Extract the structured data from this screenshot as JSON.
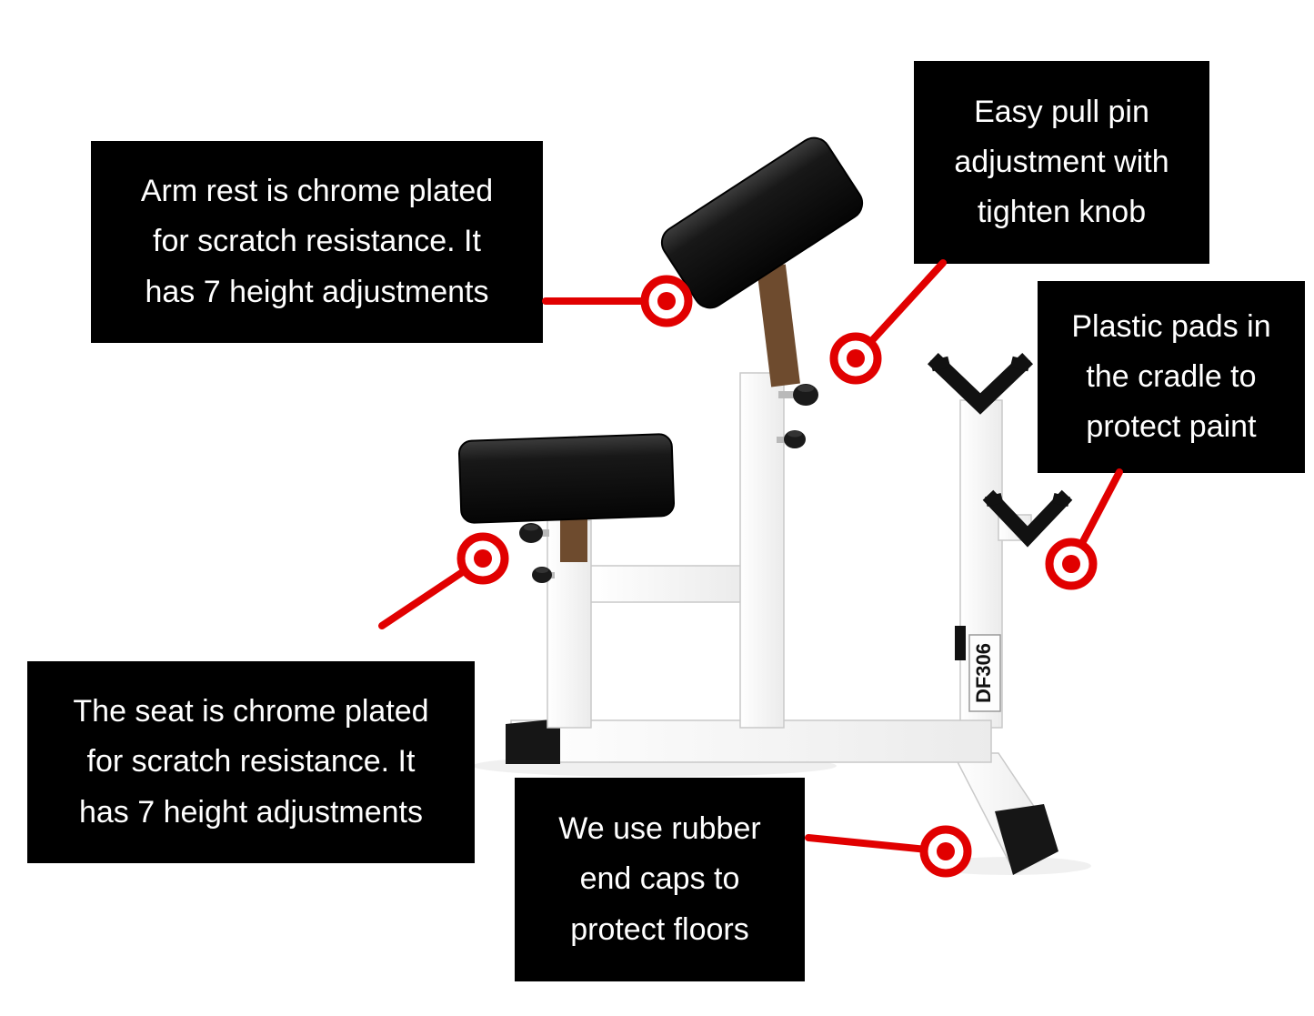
{
  "page": {
    "background": "#ffffff"
  },
  "colors": {
    "callout_bg": "#000000",
    "callout_text": "#ffffff",
    "marker_red": "#e10000",
    "frame_white": "#f7f7f7",
    "frame_stroke": "#c9c9c9",
    "pad_black": "#111111",
    "wood_brown": "#6e4b2e",
    "end_cap_black": "#161616"
  },
  "callouts": [
    {
      "id": "arm-rest",
      "text": "Arm rest is chrome plated\nfor scratch resistance. It\nhas 7 height adjustments"
    },
    {
      "id": "pull-pin",
      "text": "Easy pull pin\nadjustment with\ntighten knob"
    },
    {
      "id": "cradle-pads",
      "text": "Plastic pads in\nthe cradle to\nprotect paint"
    },
    {
      "id": "seat",
      "text": "The seat is chrome plated\nfor scratch resistance. It\nhas 7 height adjustments"
    },
    {
      "id": "end-caps",
      "text": "We use rubber\nend caps to\nprotect floors"
    }
  ],
  "product": {
    "label": "DF306"
  }
}
